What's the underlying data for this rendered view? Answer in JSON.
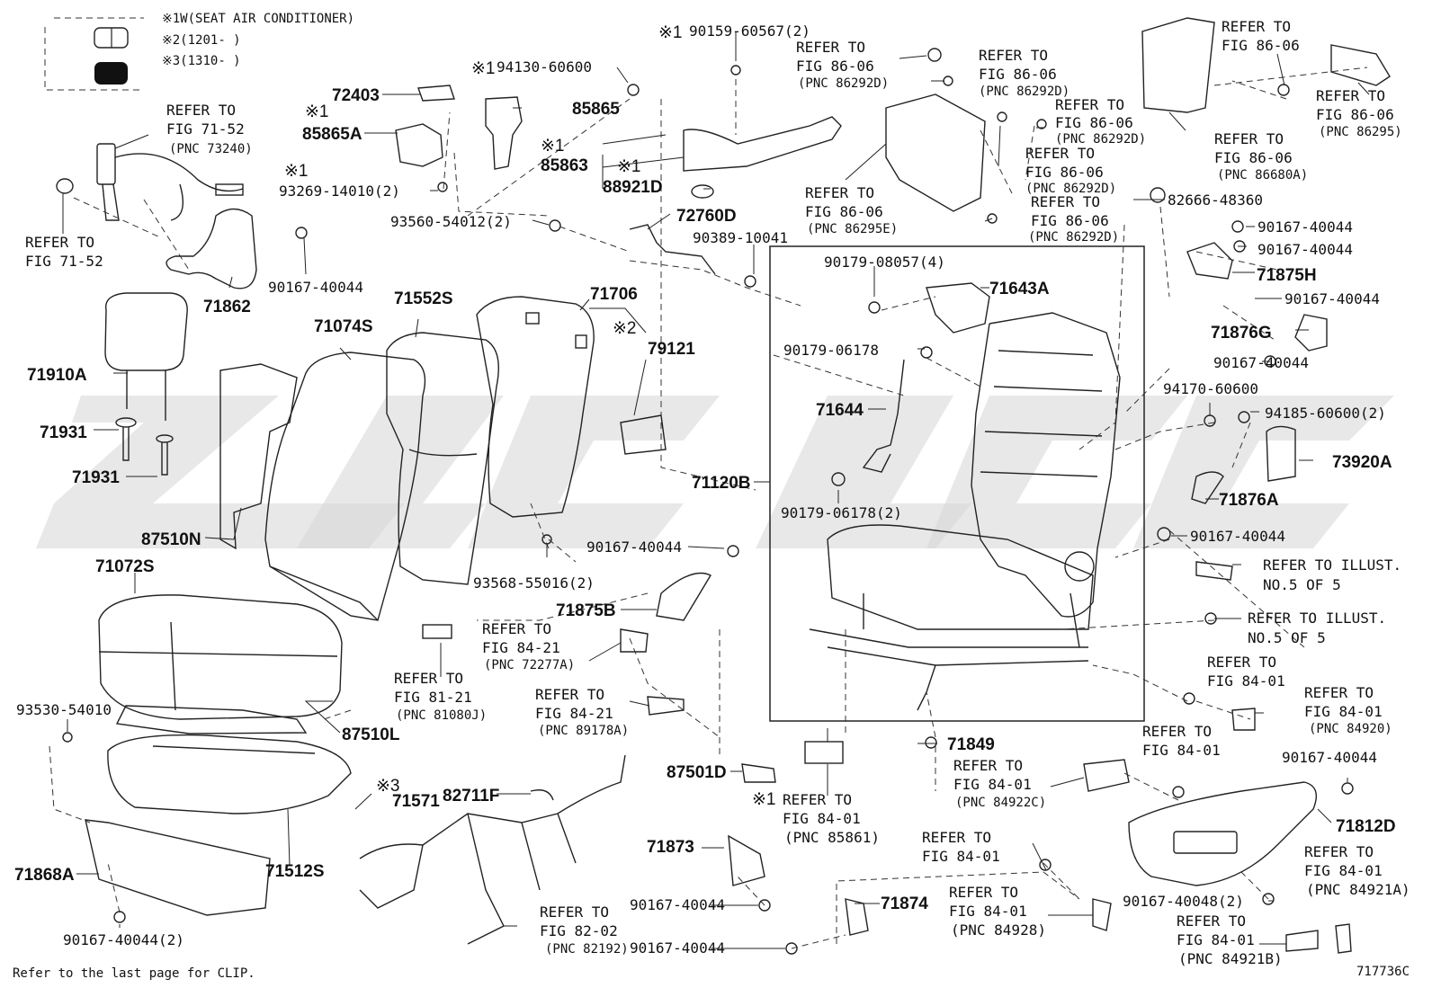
{
  "legend": {
    "items": [
      {
        "mark": "※1",
        "text": "W(SEAT AIR CONDITIONER)"
      },
      {
        "mark": "※2",
        "text": "(1201-        )"
      },
      {
        "mark": "※3",
        "text": "(1310-        )"
      }
    ]
  },
  "footer": {
    "note": "Refer to the last page for CLIP.",
    "code": "717736C"
  },
  "parts": {
    "p72403": "72403",
    "p85865A": "85865A",
    "p85865": "85865",
    "p85863": "85863",
    "p88921D": "88921D",
    "p93269": "93269-14010(2)",
    "p94130": "94130-60600",
    "p90159": "90159-60567(2)",
    "p93560": "93560-54012(2)",
    "p72760D": "72760D",
    "p90389": "90389-10041",
    "p71862": "71862",
    "p90167a": "90167-40044",
    "p71910A": "71910A",
    "p71931a": "71931",
    "p71931b": "71931",
    "p71074S": "71074S",
    "p71552S": "71552S",
    "p71706": "71706",
    "p79121": "79121",
    "p87510N": "87510N",
    "p71120B": "71120B",
    "p90179a": "90179-08057(4)",
    "p71643A": "71643A",
    "p90179b": "90179-06178",
    "p71644": "71644",
    "p90179c": "90179-06178(2)",
    "p90167b": "90167-40044",
    "p93568": "93568-55016(2)",
    "p71875B": "71875B",
    "p71072S": "71072S",
    "p93530": "93530-54010",
    "p87510L": "87510L",
    "p71571": "71571",
    "p82711F": "82711F",
    "p87501D": "87501D",
    "p71512S": "71512S",
    "p71868A": "71868A",
    "p90167c": "90167-40044(2)",
    "p71873": "71873",
    "p90167d": "90167-40044",
    "p90167e": "90167-40044",
    "p71874": "71874",
    "p71849": "71849",
    "p82666": "82666-48360",
    "p90167f": "90167-40044",
    "p90167g": "90167-40044",
    "p71875H": "71875H",
    "p90167h": "90167-40044",
    "p71876G": "71876G",
    "p90167i": "90167-40044",
    "p94170": "94170-60600",
    "p94185": "94185-60600(2)",
    "p73920A": "73920A",
    "p71876A": "71876A",
    "p90167j": "90167-40044",
    "p90167k": "90167-40044",
    "p71812D": "71812D",
    "p90167l": "90167-40048(2)"
  },
  "marks": {
    "m1": "※1",
    "m2": "※1",
    "m3": "※1",
    "m4": "※1",
    "m5": "※1",
    "m6": "※1",
    "m7": "※2",
    "m8": "※3",
    "m9": "※1"
  },
  "refs": {
    "r7152": {
      "l1": "REFER TO",
      "l2": "FIG 71-52",
      "l3": "(PNC 73240)"
    },
    "r7152b": {
      "l1": "REFER TO",
      "l2": "FIG 71-52"
    },
    "r8606a": {
      "l1": "REFER TO",
      "l2": "FIG 86-06",
      "l3": "(PNC 86292D)"
    },
    "r8606b": {
      "l1": "REFER TO",
      "l2": "FIG 86-06",
      "l3": "(PNC 86292D)"
    },
    "r8606c": {
      "l1": "REFER TO",
      "l2": "FIG 86-06",
      "l3": "(PNC 86292D)"
    },
    "r8606d": {
      "l1": "REFER TO",
      "l2": "FIG 86-06",
      "l3": "(PNC 86292D)"
    },
    "r8606e": {
      "l1": "REFER TO",
      "l2": "FIG 86-06",
      "l3": "(PNC 86295E)"
    },
    "r8606f": {
      "l1": "REFER TO",
      "l2": "FIG 86-06",
      "l3": "(PNC 86292D)"
    },
    "r8606g": {
      "l1": "REFER TO",
      "l2": "FIG 86-06"
    },
    "r8606h": {
      "l1": "REFER TO",
      "l2": "FIG 86-06",
      "l3": "(PNC 86680A)"
    },
    "r8606i": {
      "l1": "REFER TO",
      "l2": "FIG 86-06",
      "l3": "(PNC 86295)"
    },
    "r8121": {
      "l1": "REFER TO",
      "l2": "FIG 81-21",
      "l3": "(PNC 81080J)"
    },
    "r8421a": {
      "l1": "REFER TO",
      "l2": "FIG 84-21",
      "l3": "(PNC 72277A)"
    },
    "r8421b": {
      "l1": "REFER TO",
      "l2": "FIG 84-21",
      "l3": "(PNC 89178A)"
    },
    "r8401a": {
      "l1": "REFER TO",
      "l2": "FIG 84-01",
      "l3": "(PNC 85861)"
    },
    "r8401b": {
      "l1": "REFER TO",
      "l2": "FIG 84-01",
      "l3": "(PNC 84922C)"
    },
    "r8401c": {
      "l1": "REFER TO",
      "l2": "FIG 84-01"
    },
    "r8401d": {
      "l1": "REFER TO",
      "l2": "FIG 84-01",
      "l3": "(PNC 84928)"
    },
    "r8401e": {
      "l1": "REFER TO",
      "l2": "FIG 84-01"
    },
    "r8401f": {
      "l1": "REFER TO",
      "l2": "FIG 84-01"
    },
    "r8401g": {
      "l1": "REFER TO",
      "l2": "FIG 84-01",
      "l3": "(PNC 84920)"
    },
    "r8401h": {
      "l1": "REFER TO",
      "l2": "FIG 84-01",
      "l3": "(PNC 84921A)"
    },
    "r8401i": {
      "l1": "REFER TO",
      "l2": "FIG 84-01",
      "l3": "(PNC 84921B)"
    },
    "r8202": {
      "l1": "REFER TO",
      "l2": "FIG 82-02",
      "l3": "(PNC 82192)"
    },
    "rill1": {
      "l1": "REFER TO ILLUST.",
      "l2": "NO.5 OF 5"
    },
    "rill2": {
      "l1": "REFER TO ILLUST.",
      "l2": "NO.5 OF 5"
    }
  }
}
